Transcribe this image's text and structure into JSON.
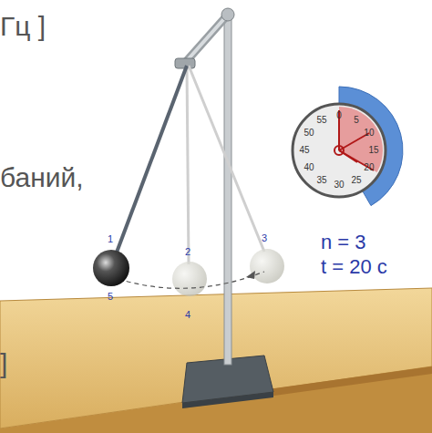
{
  "diagram": {
    "labels": [
      "Гц ]",
      "баний,",
      "]",
      "1",
      "2",
      "3",
      "5",
      "4",
      "0",
      "5",
      "10",
      "15",
      "20",
      "25",
      "30",
      "35",
      "40",
      "45",
      "50",
      "55",
      "n = 3",
      "t = 20 с"
    ]
  }
}
